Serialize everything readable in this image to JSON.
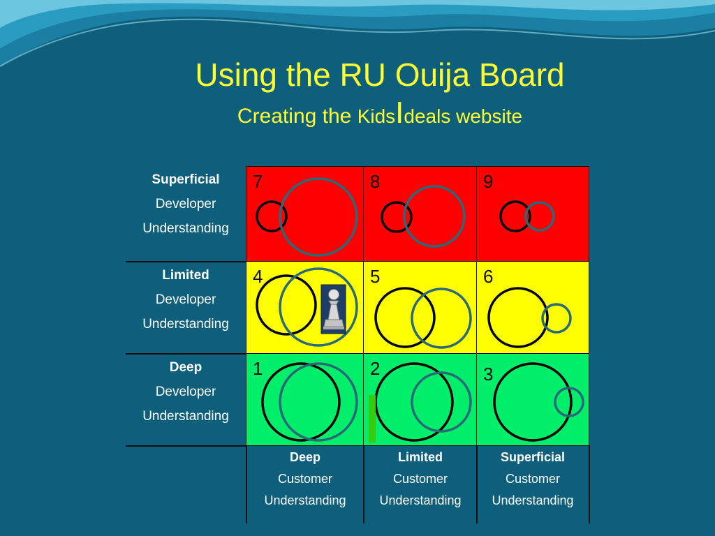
{
  "title": "Using the RU Ouija Board",
  "subtitle": {
    "prefix": "Creating the ",
    "kids": "Kids",
    "big_i": "I",
    "suffix": "deals website"
  },
  "rows": [
    {
      "strong": "Superficial",
      "line2": "Developer",
      "line3": "Understanding"
    },
    {
      "strong": "Limited",
      "line2": "Developer",
      "line3": "Understanding"
    },
    {
      "strong": "Deep",
      "line2": "Developer",
      "line3": "Understanding"
    }
  ],
  "columns": [
    {
      "strong": "Deep",
      "line2": "Customer",
      "line3": "Understanding"
    },
    {
      "strong": "Limited",
      "line2": "Customer",
      "line3": "Understanding"
    },
    {
      "strong": "Superficial",
      "line2": "Customer",
      "line3": "Understanding"
    }
  ],
  "cells": [
    {
      "number": "7",
      "color": "#ff0000"
    },
    {
      "number": "8",
      "color": "#ff0000"
    },
    {
      "number": "9",
      "color": "#ff0000"
    },
    {
      "number": "4",
      "color": "#ffff00"
    },
    {
      "number": "5",
      "color": "#ffff00"
    },
    {
      "number": "6",
      "color": "#ffff00"
    },
    {
      "number": "1",
      "color": "#00ee6a"
    },
    {
      "number": "2",
      "color": "#00ee6a"
    },
    {
      "number": "3",
      "color": "#00ee6a"
    }
  ],
  "colors": {
    "background": "#0d5f7c",
    "title": "#ffff33",
    "developer_circle": "#000000",
    "customer_circle": "#2a6a78"
  },
  "icons": [
    "pawn-icon"
  ]
}
